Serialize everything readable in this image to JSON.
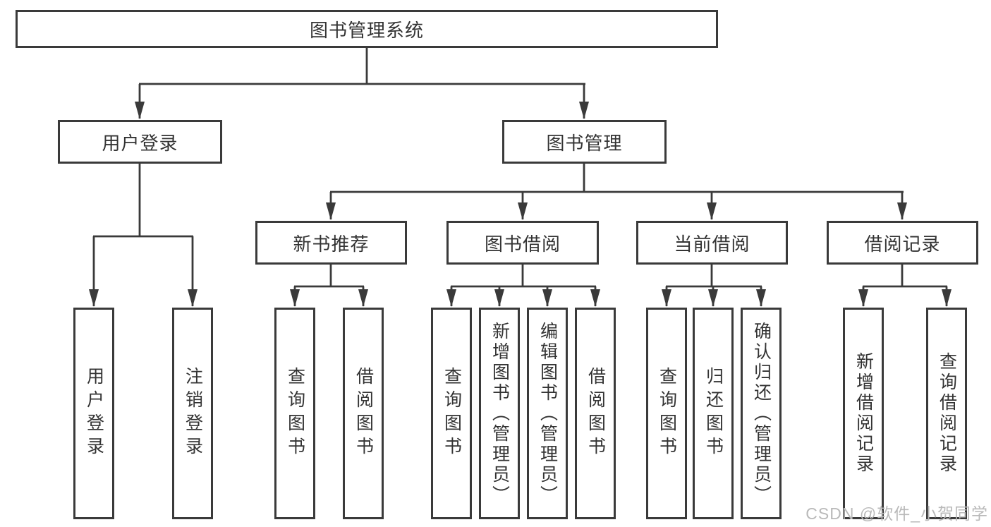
{
  "watermark": "CSDN @软件_小贺同学",
  "colors": {
    "line": "#3a3a3a",
    "text": "#333333",
    "watermark_text": "#b9b9b9",
    "background": "#ffffff"
  },
  "nodes": {
    "root": {
      "label": "图书管理系统"
    },
    "user_login": {
      "label": "用户登录"
    },
    "book_mgmt": {
      "label": "图书管理"
    },
    "new_book_rec": {
      "label": "新书推荐"
    },
    "book_borrow": {
      "label": "图书借阅"
    },
    "current_borrow": {
      "label": "当前借阅"
    },
    "borrow_record": {
      "label": "借阅记录"
    },
    "leaf_user_login": {
      "label": "用户登录"
    },
    "leaf_logout": {
      "label": "注销登录"
    },
    "leaf_query_book_1": {
      "label": "查询图书"
    },
    "leaf_borrow_book_1": {
      "label": "借阅图书"
    },
    "leaf_query_book_2": {
      "label": "查询图书"
    },
    "leaf_add_book": {
      "label": "新增图书（管理员）"
    },
    "leaf_edit_book": {
      "label": "编辑图书（管理员）"
    },
    "leaf_borrow_book_2": {
      "label": "借阅图书"
    },
    "leaf_query_book_3": {
      "label": "查询图书"
    },
    "leaf_return_book": {
      "label": "归还图书"
    },
    "leaf_confirm_return": {
      "label": "确认归还（管理员）"
    },
    "leaf_add_borrow_record": {
      "label": "新增借阅记录"
    },
    "leaf_query_borrow_record": {
      "label": "查询借阅记录"
    }
  },
  "hierarchy": {
    "图书管理系统": {
      "用户登录": [
        "用户登录",
        "注销登录"
      ],
      "图书管理": {
        "新书推荐": [
          "查询图书",
          "借阅图书"
        ],
        "图书借阅": [
          "查询图书",
          "新增图书（管理员）",
          "编辑图书（管理员）",
          "借阅图书"
        ],
        "当前借阅": [
          "查询图书",
          "归还图书",
          "确认归还（管理员）"
        ],
        "借阅记录": [
          "新增借阅记录",
          "查询借阅记录"
        ]
      }
    }
  }
}
